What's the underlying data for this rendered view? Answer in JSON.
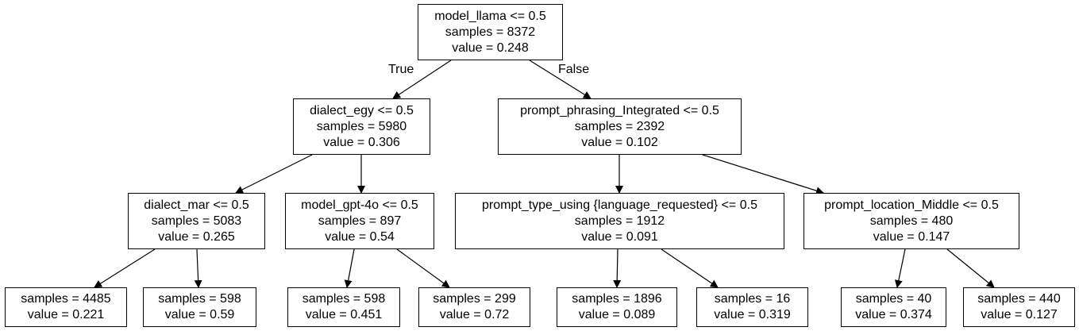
{
  "nodes": {
    "root": {
      "condition": "model_llama <= 0.5",
      "samples": "samples = 8372",
      "value": "value = 0.248"
    },
    "l": {
      "condition": "dialect_egy <= 0.5",
      "samples": "samples = 5980",
      "value": "value = 0.306"
    },
    "r": {
      "condition": "prompt_phrasing_Integrated <= 0.5",
      "samples": "samples = 2392",
      "value": "value = 0.102"
    },
    "ll": {
      "condition": "dialect_mar <= 0.5",
      "samples": "samples = 5083",
      "value": "value = 0.265"
    },
    "lr": {
      "condition": "model_gpt-4o <= 0.5",
      "samples": "samples = 897",
      "value": "value = 0.54"
    },
    "rl": {
      "condition": "prompt_type_using {language_requested} <= 0.5",
      "samples": "samples = 1912",
      "value": "value = 0.091"
    },
    "rr": {
      "condition": "prompt_location_Middle <= 0.5",
      "samples": "samples = 480",
      "value": "value = 0.147"
    },
    "lll": {
      "samples": "samples = 4485",
      "value": "value = 0.221"
    },
    "llr": {
      "samples": "samples = 598",
      "value": "value = 0.59"
    },
    "lrl": {
      "samples": "samples = 598",
      "value": "value = 0.451"
    },
    "lrr": {
      "samples": "samples = 299",
      "value": "value = 0.72"
    },
    "rll": {
      "samples": "samples = 1896",
      "value": "value = 0.089"
    },
    "rlr": {
      "samples": "samples = 16",
      "value": "value = 0.319"
    },
    "rrl": {
      "samples": "samples = 40",
      "value": "value = 0.374"
    },
    "rrr": {
      "samples": "samples = 440",
      "value": "value = 0.127"
    }
  },
  "edge_labels": {
    "true_label": "True",
    "false_label": "False"
  }
}
